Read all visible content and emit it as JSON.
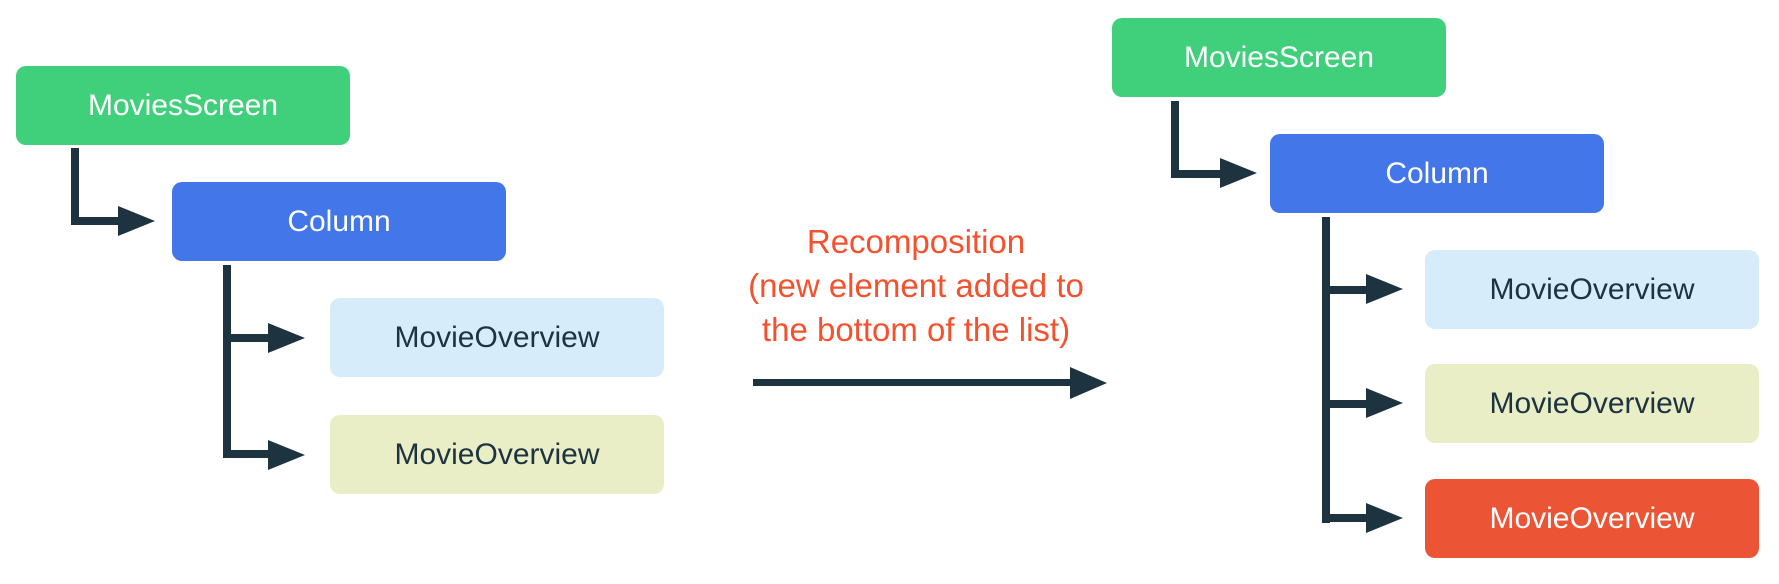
{
  "diagram": {
    "title_semantics": "recomposition-tree-diagram",
    "background": "#ffffff",
    "connector_color": "#1d333f",
    "caption": {
      "color": "#f4512e",
      "line1": "Recomposition",
      "line2": "(new element added to",
      "line3": "the bottom of the list)"
    },
    "left_tree": {
      "root": {
        "label": "MoviesScreen",
        "color": "#40d07c",
        "text_color": "#ffffff"
      },
      "column": {
        "label": "Column",
        "color": "#4276e9",
        "text_color": "#ffffff"
      },
      "children": [
        {
          "label": "MovieOverview",
          "color": "#d6ecfb",
          "text_color": "#1d3440"
        },
        {
          "label": "MovieOverview",
          "color": "#e9eec7",
          "text_color": "#1d3440"
        }
      ]
    },
    "right_tree": {
      "root": {
        "label": "MoviesScreen",
        "color": "#40d07c",
        "text_color": "#ffffff"
      },
      "column": {
        "label": "Column",
        "color": "#4276e9",
        "text_color": "#ffffff"
      },
      "children": [
        {
          "label": "MovieOverview",
          "color": "#d6ecfb",
          "text_color": "#1d3440"
        },
        {
          "label": "MovieOverview",
          "color": "#e9eec7",
          "text_color": "#1d3440"
        },
        {
          "label": "MovieOverview",
          "color": "#eb5434",
          "text_color": "#ffffff",
          "highlighted": true
        }
      ]
    }
  }
}
